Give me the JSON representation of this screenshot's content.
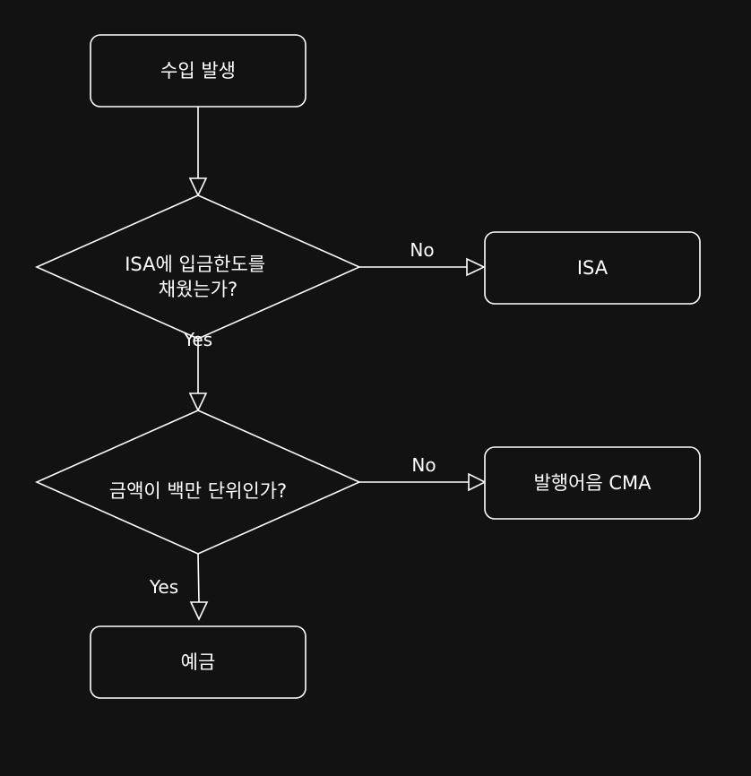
{
  "nodes": {
    "start": "수입 발생",
    "decision1": [
      "ISA에 입금한도를",
      "채웠는가?"
    ],
    "isa": "ISA",
    "decision2": "금액이 백만 단위인가?",
    "cma": "발행어음 CMA",
    "deposit": "예금"
  },
  "edges": {
    "d1_no": "No",
    "d1_yes": "Yes",
    "d2_no": "No",
    "d2_yes": "Yes"
  },
  "colors": {
    "background": "#121212",
    "stroke": "#ffffff",
    "text": "#ffffff"
  }
}
